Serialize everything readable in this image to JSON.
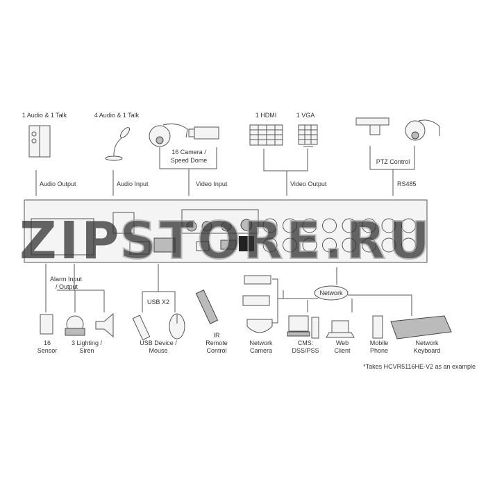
{
  "top": {
    "audio_talk_1": "1 Audio & 1 Talk",
    "audio_talk_4": "4 Audio & 1 Talk",
    "camera_line1": "16 Camera /",
    "camera_line2": "Speed Dome",
    "hdmi": "1 HDMI",
    "vga": "1 VGA",
    "ptz": "PTZ Control",
    "audio_output": "Audio Output",
    "audio_input": "Audio Input",
    "video_input": "Video Input",
    "video_output": "Video Output",
    "rs485": "RS485"
  },
  "bottom": {
    "alarm_line1": "Alarm Input",
    "alarm_line2": "/ Output",
    "usb_x2": "USB X2",
    "network": "Network",
    "items": [
      {
        "l1": "16",
        "l2": "Sensor"
      },
      {
        "l1": "3 Lighting /",
        "l2": "Siren"
      },
      {
        "l1": "USB Device /",
        "l2": "Mouse"
      },
      {
        "l1": "IR",
        "l2": "Remote",
        "l3": "Control"
      },
      {
        "l1": "Network",
        "l2": "Camera"
      },
      {
        "l1": "CMS:",
        "l2": "DSS/PSS"
      },
      {
        "l1": "Web",
        "l2": "Client"
      },
      {
        "l1": "Mobile",
        "l2": "Phone"
      },
      {
        "l1": "Network",
        "l2": "Keyboard"
      }
    ],
    "footnote": "*Takes HCVR5116HE-V2 as an example"
  },
  "watermark": {
    "text_a": "ZIP",
    "text_b": "STORE.RU",
    "color_a": "#f0a030",
    "color_b": "#bbbbbb"
  }
}
